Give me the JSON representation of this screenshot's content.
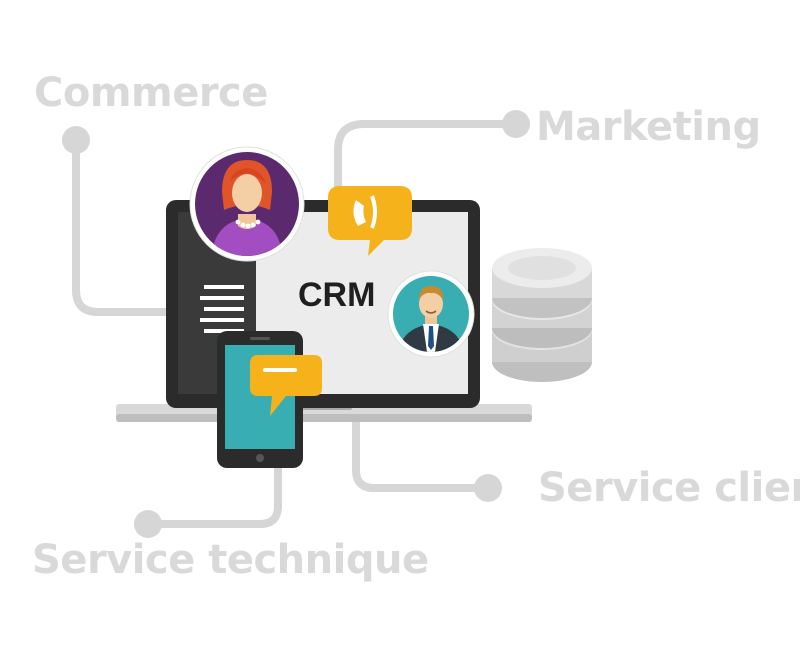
{
  "labels": {
    "commerce": "Commerce",
    "marketing": "Marketing",
    "service_client": "Service client",
    "service_technique": "Service technique",
    "center": "CRM"
  },
  "icons": {
    "female_avatar": "woman-avatar-icon",
    "male_avatar": "man-avatar-icon",
    "database": "database-icon",
    "phone_bubble": "phone-chat-bubble-icon",
    "mobile": "smartphone-icon",
    "message_bubble": "message-bubble-icon",
    "sidebar_lines": "menu-lines-icon"
  },
  "colors": {
    "connector": "#d6d6d6",
    "label": "#d9d9d9",
    "laptop_frame": "#2b2b2b",
    "screen": "#ececec",
    "accent_yellow": "#f5b21a",
    "teal": "#38aeb2",
    "purple": "#5b2a6e"
  }
}
